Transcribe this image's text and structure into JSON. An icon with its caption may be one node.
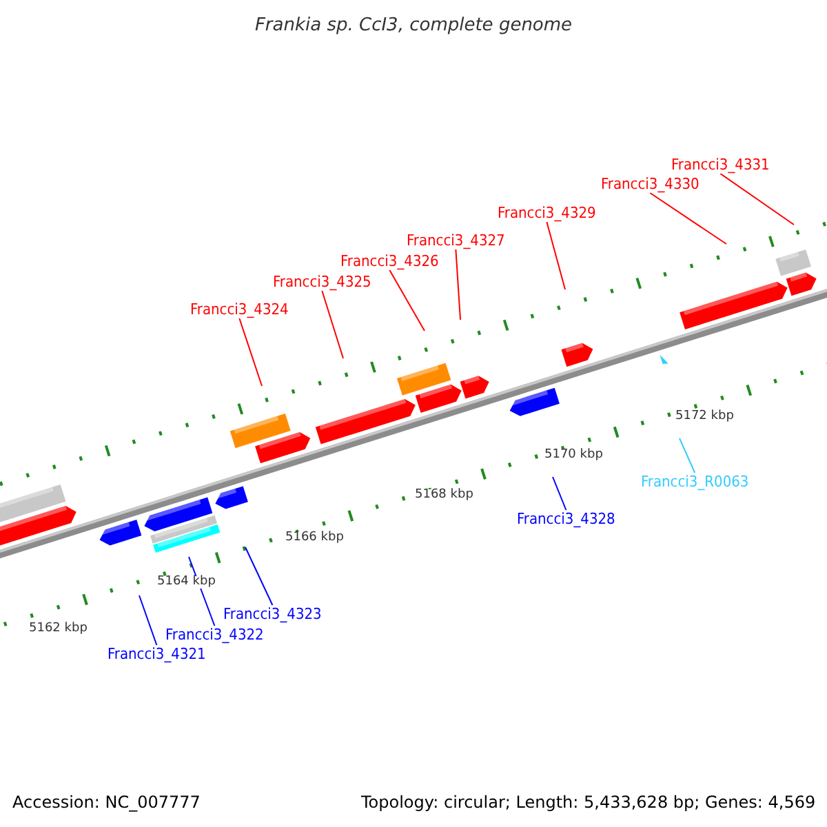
{
  "diagram": {
    "title": "Frankia sp. CcI3, complete genome",
    "nodes": [
      {
        "text": [
          "Francci3_4324"
        ]
      },
      {
        "text": [
          "Francci3_4325"
        ]
      },
      {
        "text": [
          "Francci3_4326"
        ]
      },
      {
        "text": [
          "Francci3_4327"
        ]
      },
      {
        "text": [
          "Francci3_4329"
        ]
      },
      {
        "text": [
          "Francci3_4330"
        ]
      },
      {
        "text": [
          "Francci3_4331"
        ]
      },
      {
        "text": [
          "Francci3_4321"
        ]
      },
      {
        "text": [
          "Francci3_4322"
        ]
      },
      {
        "text": [
          "Francci3_4323"
        ]
      },
      {
        "text": [
          "Francci3_4328"
        ]
      },
      {
        "text": [
          "Francci3_R0063"
        ]
      }
    ],
    "edges": [
      {
        "from": 0,
        "to": null,
        "arrow": "none",
        "color": "#ff0000"
      },
      {
        "from": 1,
        "to": null,
        "arrow": "none",
        "color": "#ff0000"
      },
      {
        "from": 2,
        "to": null,
        "arrow": "none",
        "color": "#ff0000"
      },
      {
        "from": 3,
        "to": null,
        "arrow": "none",
        "color": "#ff0000"
      },
      {
        "from": 4,
        "to": null,
        "arrow": "none",
        "color": "#ff0000"
      },
      {
        "from": 5,
        "to": null,
        "arrow": "none",
        "color": "#ff0000"
      },
      {
        "from": 6,
        "to": null,
        "arrow": "none",
        "color": "#ff0000"
      },
      {
        "from": 7,
        "to": null,
        "arrow": "none",
        "color": "#0000ff"
      },
      {
        "from": 8,
        "to": null,
        "arrow": "none",
        "color": "#0000ff"
      },
      {
        "from": 9,
        "to": null,
        "arrow": "none",
        "color": "#0000ff"
      },
      {
        "from": 10,
        "to": null,
        "arrow": "none",
        "color": "#0000ff"
      },
      {
        "from": 11,
        "to": null,
        "arrow": "none",
        "color": "#33ccff"
      }
    ],
    "labels": [
      "5162 kbp",
      "5164 kbp",
      "5166 kbp",
      "5168 kbp",
      "5170 kbp",
      "5172 kbp",
      "Accession: NC_007777",
      "Topology: circular; Length: 5,433,628 bp; Genes: 4,569"
    ]
  }
}
